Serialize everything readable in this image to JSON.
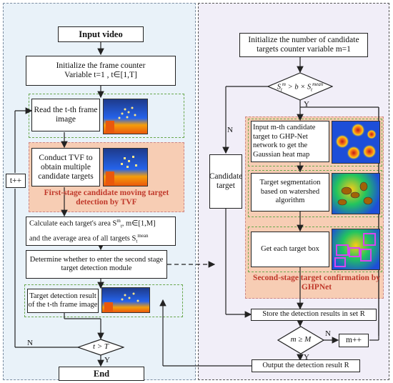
{
  "left": {
    "input_video": "Input video",
    "init_counter_line1": "Initialize the frame counter",
    "init_counter_line2": "Variable  t=1 , t∈[1,T]",
    "read_frame": "Read the t-th frame image",
    "tvf_text": "Conduct TVF to obtain multiple candidate targets",
    "stage1_caption": "First-stage candidate moving target detection by TVF",
    "calc_line1": "Calculate each target's area S",
    "calc_line1_b": "m",
    "calc_line1_c": "t",
    "calc_line1_d": ", m∈[1,M]",
    "calc_line2": "and the average area of all targets S",
    "calc_line2_sub": "t",
    "calc_line2_sup": "mean",
    "determine": "Determine whether to enter the second stage target detection module",
    "result_text": "Target detection result of the t-th frame image",
    "decision": "t > T",
    "t_increment": "t++",
    "label_n": "N",
    "label_y": "Y",
    "end": "End"
  },
  "right": {
    "init_candidates": "Initialize the number of candidate targets counter variable m=1",
    "condition": "S",
    "condition_sub": "t",
    "condition_sup": "m",
    "condition_mid": " > b × S",
    "condition_sub2": "t",
    "condition_sup2": "mean",
    "candidate_target": "Candidate target",
    "gaussian_text": "Input m-th candidate target to GHP-Net network to get the Gaussian heat map",
    "watershed_text": "Target segmentation based on watershed algorithm",
    "target_box_text": "Get each target box",
    "stage2_caption": "Second-stage target confirmation by GHPNet",
    "store_results": "Store the detection results in set R",
    "decision2": "m ≥ M",
    "m_increment": "m++",
    "output_text": "Output the detection result R",
    "label_n": "N",
    "label_y": "Y"
  },
  "colors": {
    "stage_fill": "#f7cdb4",
    "left_bg": "#e8f1f8",
    "right_bg": "#f1eef7",
    "green_dash": "#6aa84f",
    "caption": "#c0392b",
    "line": "#222222"
  }
}
